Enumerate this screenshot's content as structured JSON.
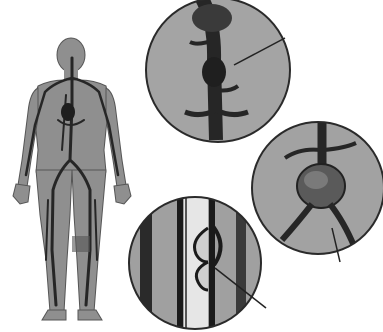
{
  "figure": {
    "panels": [
      {
        "id": "body",
        "depicts": "human-figure-with-circulatory-system"
      },
      {
        "id": "top",
        "depicts": "blood-vessel-with-swelling"
      },
      {
        "id": "right",
        "depicts": "aortic-aneurysm-at-branch"
      },
      {
        "id": "bottom",
        "depicts": "vein-cross-section-with-valve"
      }
    ],
    "colors": {
      "background": "#ffffff",
      "body_fill": "#8f8f8f",
      "vessel": "#262626",
      "circle_fill": "#9a9a9a",
      "circle_edge": "#2a2a2a",
      "leader_line": "#222222",
      "highlight": "#e6e6e6"
    }
  }
}
